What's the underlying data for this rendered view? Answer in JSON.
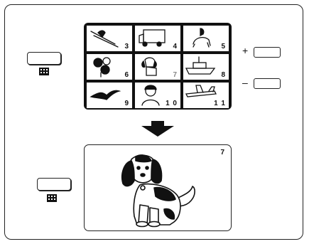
{
  "thumbnails": [
    {
      "number": "3",
      "icon": "ski-jumper-icon"
    },
    {
      "number": "4",
      "icon": "truck-icon"
    },
    {
      "number": "5",
      "icon": "horse-rider-icon"
    },
    {
      "number": "6",
      "icon": "flowers-icon"
    },
    {
      "number": "7",
      "icon": "dog-icon",
      "highlighted": true
    },
    {
      "number": "8",
      "icon": "boat-icon"
    },
    {
      "number": "9",
      "icon": "bird-icon"
    },
    {
      "number": "1 0",
      "icon": "woman-portrait-icon"
    },
    {
      "number": "1 1",
      "icon": "airplane-icon"
    }
  ],
  "enlarged": {
    "number": "7",
    "icon": "dog-large-icon"
  },
  "zoom_controls": {
    "plus_label": "+",
    "minus_label": "–"
  }
}
